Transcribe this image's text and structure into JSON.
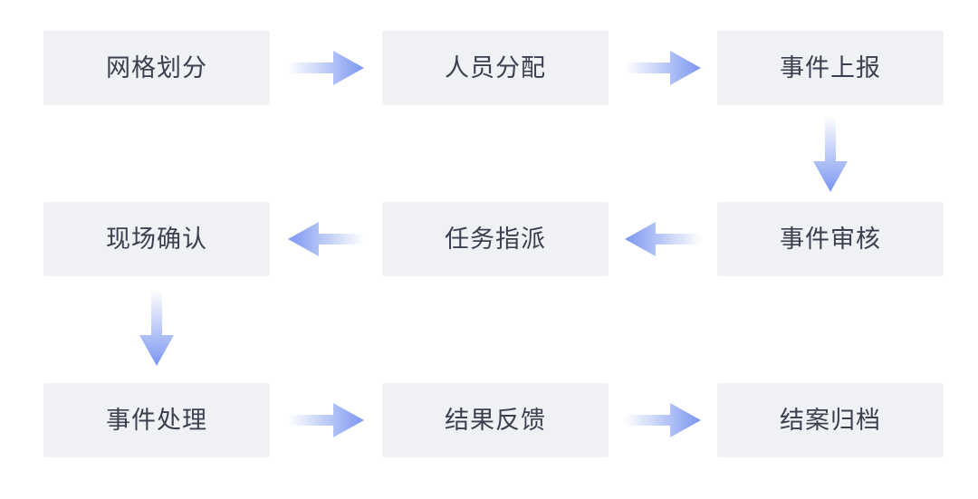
{
  "diagram": {
    "type": "flowchart",
    "title": "",
    "palette": {
      "background": "#ffffff",
      "node_fill": "#f0f1f4",
      "node_text": "#3a4050",
      "arrow_start": "#ffffff",
      "arrow_end": "#7b96f0"
    },
    "nodes": [
      {
        "id": "n1",
        "label": "网格划分",
        "row": 1,
        "col": 1
      },
      {
        "id": "n2",
        "label": "人员分配",
        "row": 1,
        "col": 2
      },
      {
        "id": "n3",
        "label": "事件上报",
        "row": 1,
        "col": 3
      },
      {
        "id": "n4",
        "label": "事件审核",
        "row": 2,
        "col": 3
      },
      {
        "id": "n5",
        "label": "任务指派",
        "row": 2,
        "col": 2
      },
      {
        "id": "n6",
        "label": "现场确认",
        "row": 2,
        "col": 1
      },
      {
        "id": "n7",
        "label": "事件处理",
        "row": 3,
        "col": 1
      },
      {
        "id": "n8",
        "label": "结果反馈",
        "row": 3,
        "col": 2
      },
      {
        "id": "n9",
        "label": "结案归档",
        "row": 3,
        "col": 3
      }
    ],
    "edges": [
      {
        "id": "e1",
        "from": "n1",
        "to": "n2",
        "direction": "right"
      },
      {
        "id": "e2",
        "from": "n2",
        "to": "n3",
        "direction": "right"
      },
      {
        "id": "e3",
        "from": "n3",
        "to": "n4",
        "direction": "down"
      },
      {
        "id": "e4",
        "from": "n4",
        "to": "n5",
        "direction": "left"
      },
      {
        "id": "e5",
        "from": "n5",
        "to": "n6",
        "direction": "left"
      },
      {
        "id": "e6",
        "from": "n6",
        "to": "n7",
        "direction": "down"
      },
      {
        "id": "e7",
        "from": "n7",
        "to": "n8",
        "direction": "right"
      },
      {
        "id": "e8",
        "from": "n8",
        "to": "n9",
        "direction": "right"
      }
    ]
  }
}
